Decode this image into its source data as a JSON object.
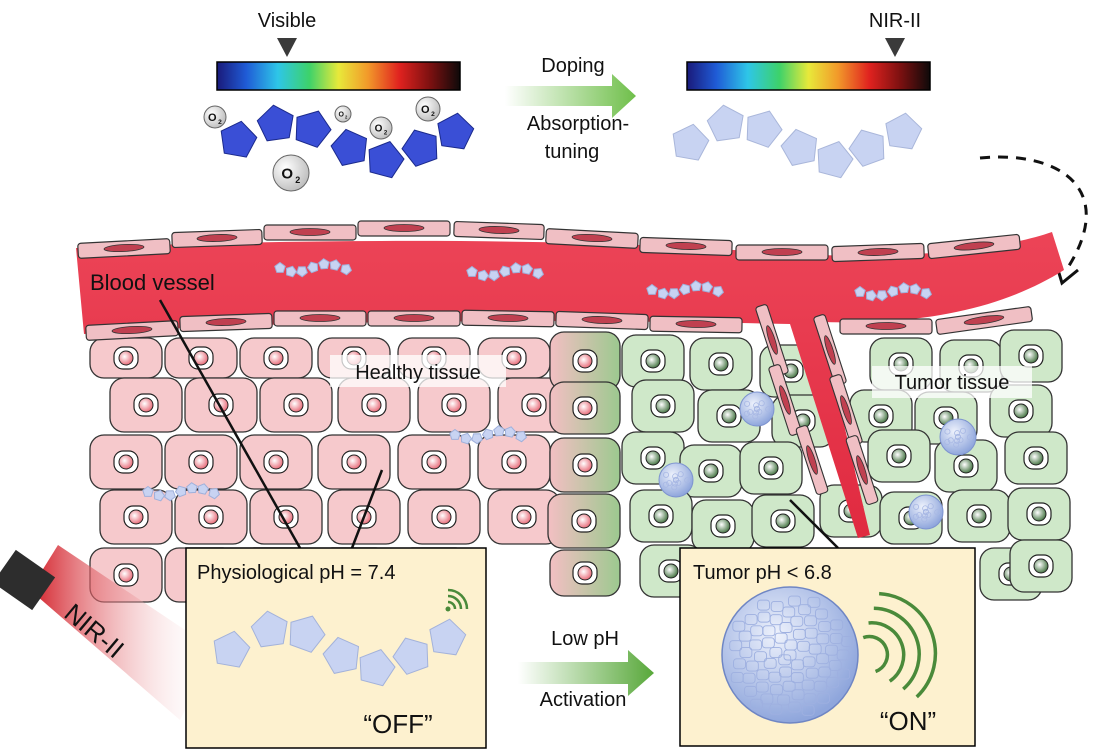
{
  "top": {
    "visible_label": "Visible",
    "nir_label": "NIR-II",
    "arrow_text_1": "Doping",
    "arrow_text_2": "Absorption-",
    "arrow_text_3": "tuning",
    "oxygen_label": "O",
    "oxygen_subscript": "2"
  },
  "tissue": {
    "blood_vessel_label": "Blood vessel",
    "healthy_label": "Healthy tissue",
    "tumor_label": "Tumor tissue"
  },
  "light_source": {
    "label": "NIR-II"
  },
  "panel_off": {
    "title": "Physiological pH = 7.4",
    "state": "“OFF”"
  },
  "panel_on": {
    "title": "Tumor pH < 6.8",
    "state": "“ON”"
  },
  "activation": {
    "text_1": "Low pH",
    "text_2": "Activation"
  },
  "colors": {
    "vessel": "#e8364b",
    "healthy_cell": "#f6c9cc",
    "tumor_cell": "#cfe8c9",
    "panel_bg": "#fdf1cf",
    "polymer_dark": "#3a4fd6",
    "polymer_light": "#c8d3f2",
    "arrow_green": "#6fbf4a"
  }
}
